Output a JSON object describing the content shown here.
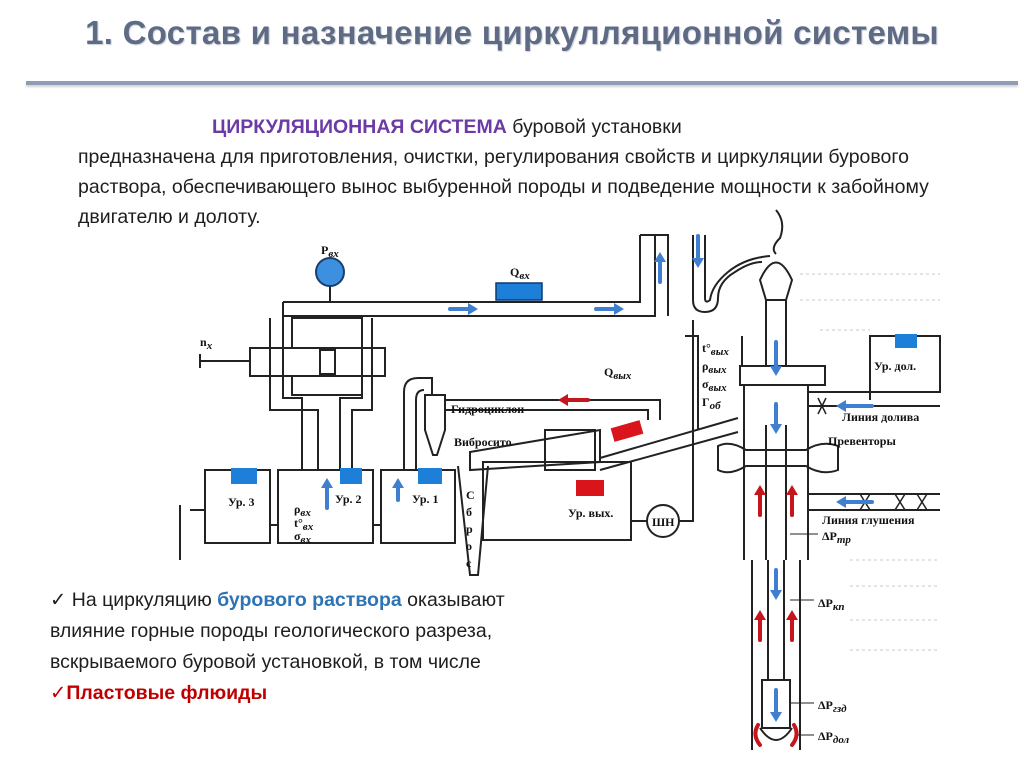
{
  "slide": {
    "title": "1. Состав и назначение циркулляционной системы"
  },
  "definition": {
    "term": "ЦИРКУЛЯЦИОННАЯ СИСТЕМА",
    "lead_rest": " буровой установки",
    "body": "предназначена для приготовления, очистки, регулирования свойств и циркуляции бурового раствора, обеспечивающего вынос выбуренной породы и подведение мощности к забойному двигателю и долоту."
  },
  "diagram": {
    "labels": {
      "p_in": "Р",
      "p_in_sub": "вх",
      "q_in": "Q",
      "q_in_sub": "вх",
      "q_out": "Q",
      "q_out_sub": "вых",
      "n": "n",
      "n_sub": "х",
      "hydrocyclone": "Гидроциклон",
      "shaker": "Вибросито",
      "discharge_letters": [
        "С",
        "б",
        "р",
        "о",
        "с"
      ],
      "tank1": "Ур. 1",
      "tank2": "Ур. 2",
      "tank3": "Ур. 3",
      "tank_out": "Ур. вых.",
      "tank_fill": "Ур. дол.",
      "pump": "ШН",
      "fill_line": "Линия долива",
      "preventers": "Превенторы",
      "kill_line": "Линия глушения",
      "param_t": "t°",
      "param_t_sub": "вых",
      "param_rho": "ρ",
      "param_rho_sub": "вых",
      "param_sigma": "σ",
      "param_sigma_sub": "вых",
      "param_gamma": "Г",
      "param_gamma_sub": "об",
      "tank_rho": "ρ",
      "tank_rho_sub": "вх",
      "tank_t": "t°",
      "tank_t_sub": "вх",
      "tank_sigma": "σ",
      "tank_sigma_sub": "вх",
      "dp": "ΔP",
      "dp_tr": "тр",
      "dp_kp": "кп",
      "dp_gzd": "гзд",
      "dp_dol": "дол"
    },
    "colors": {
      "arrow_blue": "#3f7fd0",
      "arrow_red": "#c4161c",
      "marker_blue": "#1e7fd8",
      "marker_red": "#d9141b"
    }
  },
  "bullets": {
    "check": "✓",
    "line1_pre": " На циркуляцию ",
    "line1_hl": "бурового раствора",
    "line1_post": " оказывают",
    "line2": "влияние горные породы геологического разреза,",
    "line3": "вскрываемого буровой установкой, в том числе",
    "line4": "Пластовые флюиды"
  }
}
